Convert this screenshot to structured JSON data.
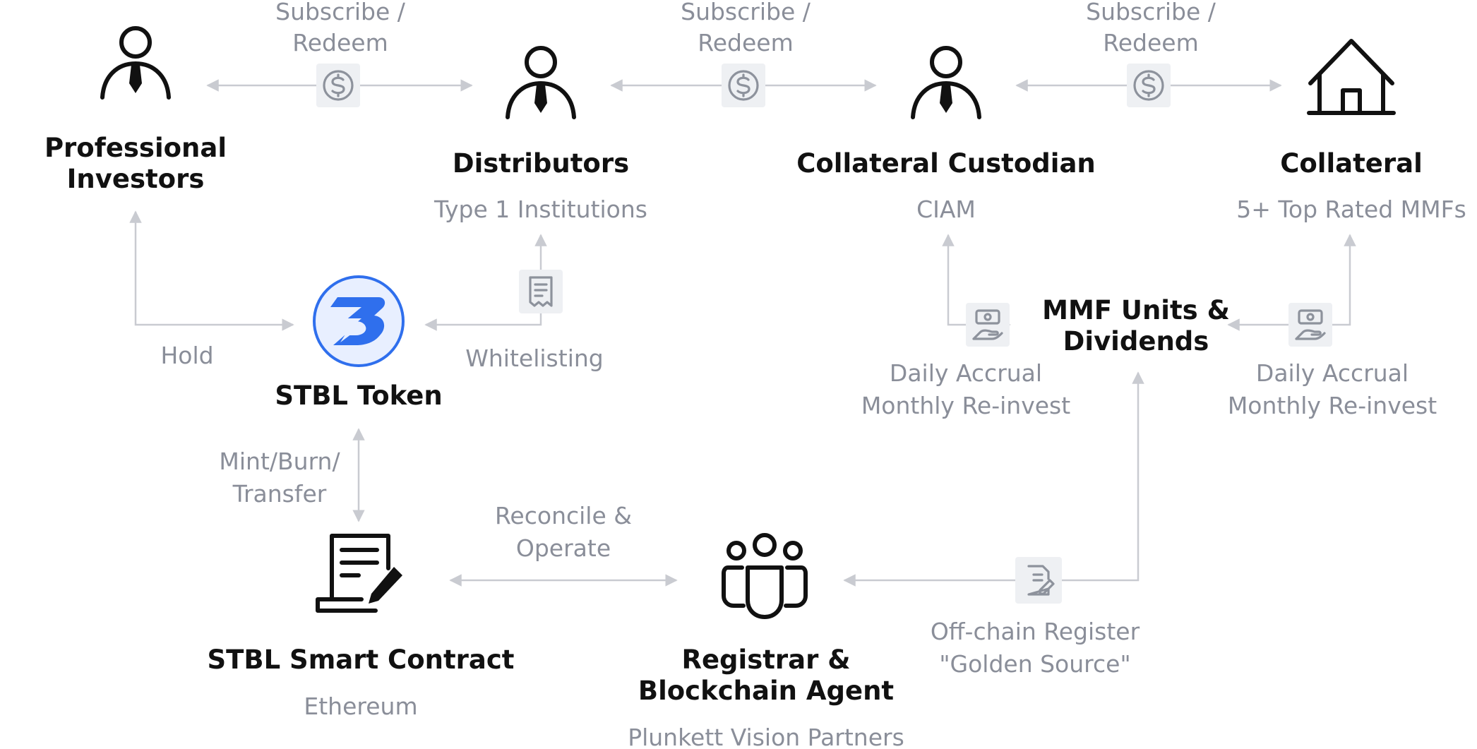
{
  "nodes": {
    "professional_investors": {
      "title_line1": "Professional",
      "title_line2": "Investors",
      "icon": "person-icon"
    },
    "distributors": {
      "title": "Distributors",
      "subtitle": "Type 1 Institutions",
      "icon": "person-icon"
    },
    "collateral_custodian": {
      "title": "Collateral Custodian",
      "subtitle": "CIAM",
      "icon": "person-icon"
    },
    "collateral": {
      "title": "Collateral",
      "subtitle": "5+ Top Rated MMFs",
      "icon": "house-icon"
    },
    "stbl_token": {
      "title": "STBL Token",
      "icon": "stbl-logo-icon",
      "brand_color": "#2f6fed",
      "badge_fill": "#e8efff"
    },
    "mmf_units": {
      "title_line1": "MMF Units &",
      "title_line2": "Dividends"
    },
    "smart_contract": {
      "title": "STBL Smart Contract",
      "subtitle": "Ethereum",
      "icon": "contract-pen-icon"
    },
    "registrar": {
      "title_line1": "Registrar &",
      "title_line2": "Blockchain Agent",
      "subtitle": "Plunkett Vision Partners",
      "icon": "team-icon"
    }
  },
  "edges": {
    "subscribe_1": {
      "line1": "Subscribe /",
      "line2": "Redeem",
      "icon": "dollar-coin-icon"
    },
    "subscribe_2": {
      "line1": "Subscribe /",
      "line2": "Redeem",
      "icon": "dollar-coin-icon"
    },
    "subscribe_3": {
      "line1": "Subscribe /",
      "line2": "Redeem",
      "icon": "dollar-coin-icon"
    },
    "hold": {
      "label": "Hold"
    },
    "whitelisting": {
      "label": "Whitelisting",
      "icon": "receipt-icon"
    },
    "accrual_left": {
      "line1": "Daily Accrual",
      "line2": "Monthly Re-invest",
      "icon": "cash-hand-icon"
    },
    "accrual_right": {
      "line1": "Daily Accrual",
      "line2": "Monthly Re-invest",
      "icon": "cash-hand-icon"
    },
    "mint": {
      "line1": "Mint/Burn/",
      "line2": "Transfer"
    },
    "reconcile": {
      "line1": "Reconcile &",
      "line2": "Operate"
    },
    "register": {
      "line1": "Off-chain Register",
      "line2": "\"Golden Source\"",
      "icon": "document-edit-icon"
    }
  },
  "colors": {
    "text_dark": "#111111",
    "text_muted": "#8a8e99",
    "connector": "#c9cbd1",
    "badge_bg": "#eef0f3",
    "brand_blue": "#2f6fed"
  }
}
